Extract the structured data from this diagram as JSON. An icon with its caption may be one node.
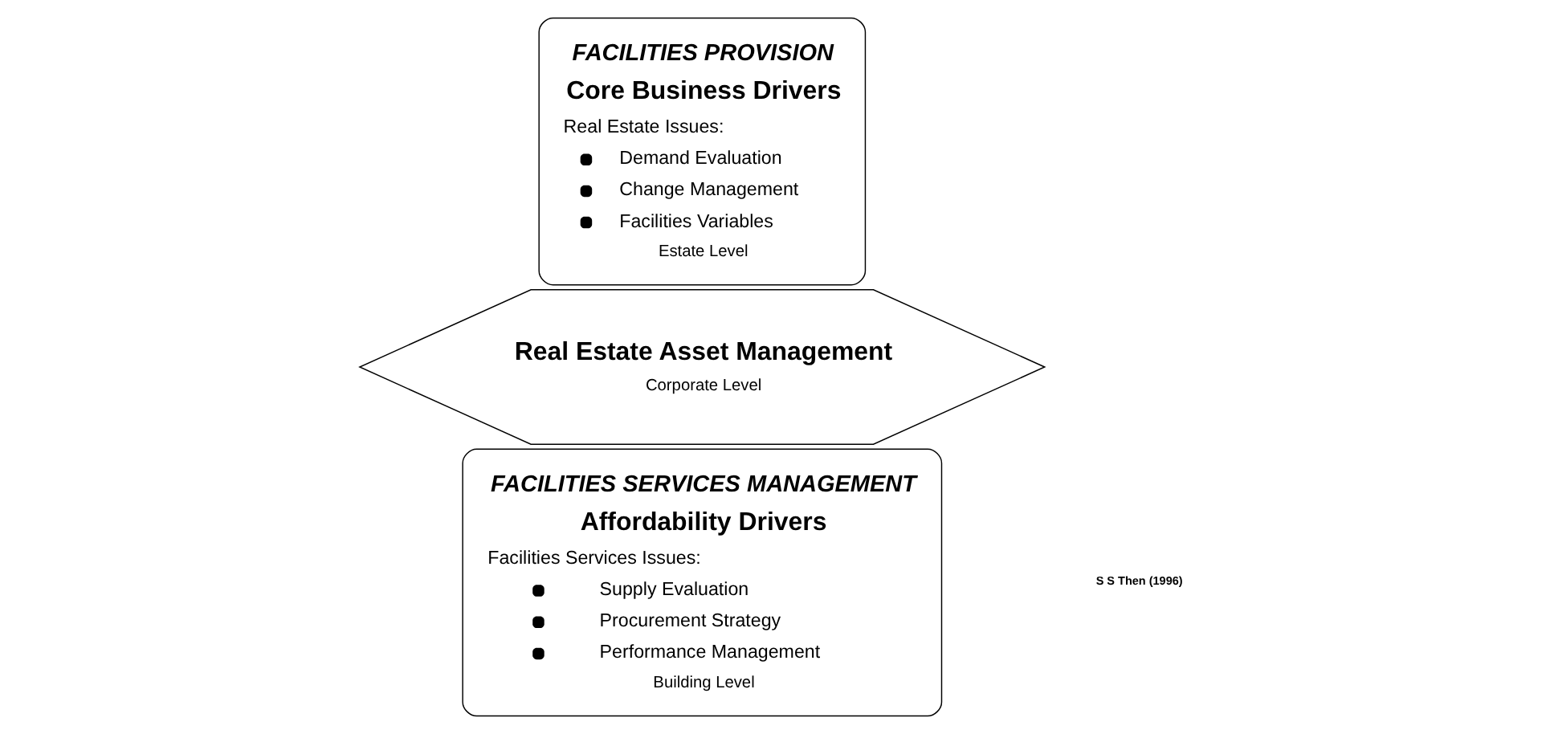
{
  "diagram": {
    "nodes": [
      {
        "text": [
          "FACILITIES PROVISION",
          "Core Business Drivers",
          "Real Estate Issues:",
          "Demand Evaluation",
          "Change Management",
          "Facilities Variables",
          "Estate Level"
        ]
      },
      {
        "text": [
          "Real Estate Asset Management",
          "Corporate Level"
        ]
      },
      {
        "text": [
          "FACILITIES SERVICES MANAGEMENT",
          "Affordability Drivers",
          "Facilities Services Issues:",
          "Supply Evaluation",
          "Procurement Strategy",
          "Performance Management",
          "Building Level"
        ]
      }
    ],
    "edges": [],
    "labels": [
      "S S Then (1996)"
    ]
  }
}
